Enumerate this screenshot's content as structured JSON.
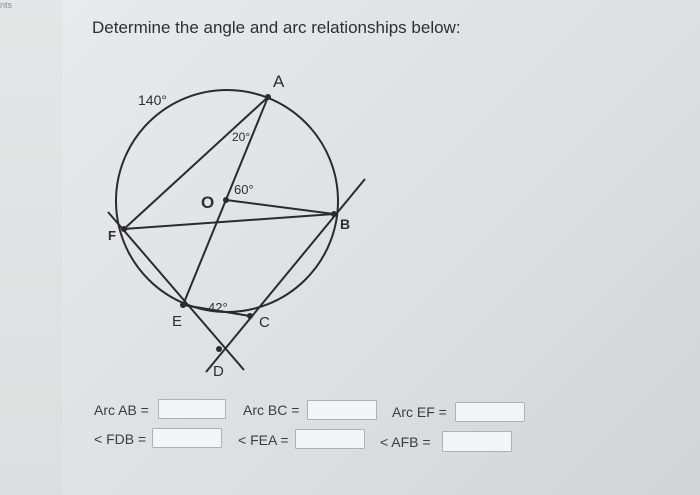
{
  "corner_text": "nts",
  "title": "Determine the angle and arc relationships below:",
  "diagram": {
    "points": {
      "A": "A",
      "B": "B",
      "C": "C",
      "D": "D",
      "E": "E",
      "F": "F",
      "O": "O"
    },
    "angles": {
      "arc_140": "140°",
      "a20": "20°",
      "a60": "60°",
      "a42": "42°"
    }
  },
  "questions": [
    {
      "label": "Arc AB =",
      "value": ""
    },
    {
      "label": "Arc BC =",
      "value": ""
    },
    {
      "label": "Arc EF =",
      "value": ""
    },
    {
      "label": "< FDB =",
      "value": ""
    },
    {
      "label": "< FEA =",
      "value": ""
    },
    {
      "label": "< AFB =",
      "value": ""
    }
  ]
}
